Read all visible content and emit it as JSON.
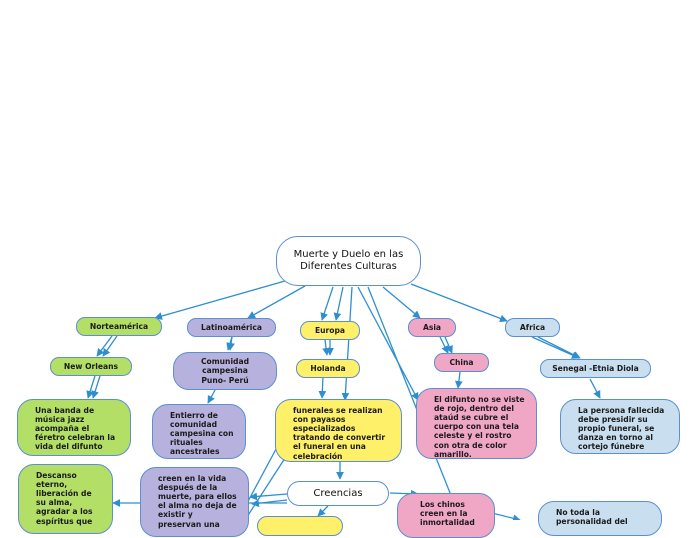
{
  "map": {
    "root": "Muerte y Duelo en las Diferentes Culturas",
    "creencias": "Creencias",
    "norteamerica": "Norteamérica",
    "new_orleans": "New Orleans",
    "new_orleans_desc": "Una banda de música jazz acompaña el féretro celebran la vida del difunto",
    "descanso": "Descanso eterno, liberación de su alma, agradar a los espíritus que",
    "latinoamerica": "Latinoamérica",
    "puno": "Comunidad campesina Puno- Perú",
    "puno_desc": "Entierro de comunidad campesina con rituales ancestrales",
    "creen_vida": "creen en la vida después de la muerte, para ellos el alma no deja de existir y preservan una",
    "europa": "Europa",
    "holanda": "Holanda",
    "holanda_desc": "funerales  se realizan con payasos especializados tratando de convertir el funeral en una celebración",
    "asia": "Asia",
    "china": "China",
    "china_desc": "El difunto no se viste de rojo,  dentro del ataúd se cubre el cuerpo con una tela celeste y el rostro con otra de color amarillo.",
    "chinos_creen": "Los chinos creen en la inmortalidad",
    "africa": "Africa",
    "senegal": "Senegal -Etnia Diola",
    "senegal_desc": "La persona fallecida debe presidir su propio funeral, se danza en torno al cortejo fúnebre",
    "no_toda": "No toda la personalidad del"
  },
  "colors": {
    "connector": "#2e8fd0",
    "norteamerica": "#b3df67",
    "latinoamerica": "#b6b2dd",
    "europa": "#fff06a",
    "asia": "#f0a7c5",
    "africa": "#c9dff0"
  }
}
